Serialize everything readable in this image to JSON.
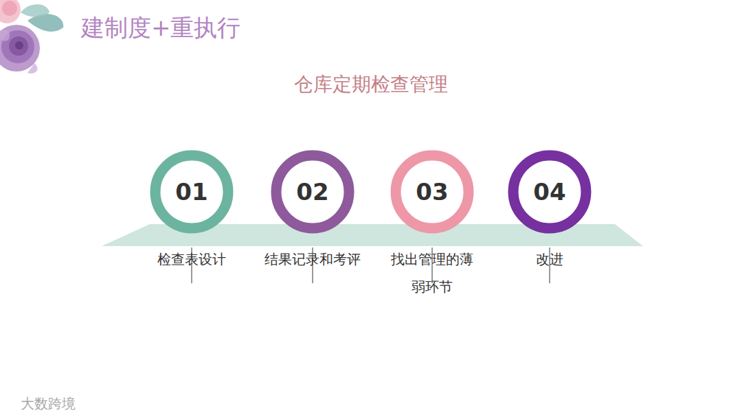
{
  "diagram": {
    "title": "建制度+重执行",
    "nodes": [
      {
        "text": [
          "01",
          "检查表设计"
        ]
      },
      {
        "text": [
          "02",
          "结果记录和考评"
        ]
      },
      {
        "text": [
          "03",
          "找出管理的薄弱环节"
        ]
      },
      {
        "text": [
          "04",
          "改进"
        ]
      }
    ],
    "labels": [
      "仓库定期检查管理",
      "大数跨境"
    ]
  }
}
